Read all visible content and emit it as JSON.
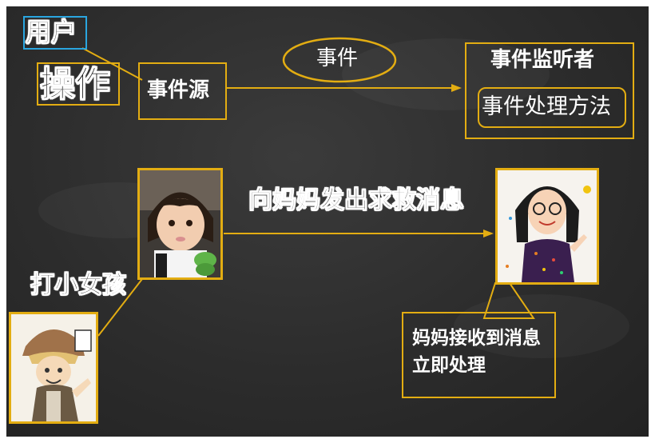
{
  "top": {
    "user": "用户",
    "operate": "操作",
    "event_source": "事件源",
    "event": "事件",
    "listener_title": "事件监听者",
    "handler_method": "事件处理方法"
  },
  "bottom": {
    "hit_girl": "打小女孩",
    "send_help": "向妈妈发出求救消息",
    "mom_handles": "妈妈接收到消息立即处理"
  },
  "colors": {
    "accent": "#e3ad12",
    "user_box": "#2aa6e0",
    "board": "#2e2e2e"
  }
}
